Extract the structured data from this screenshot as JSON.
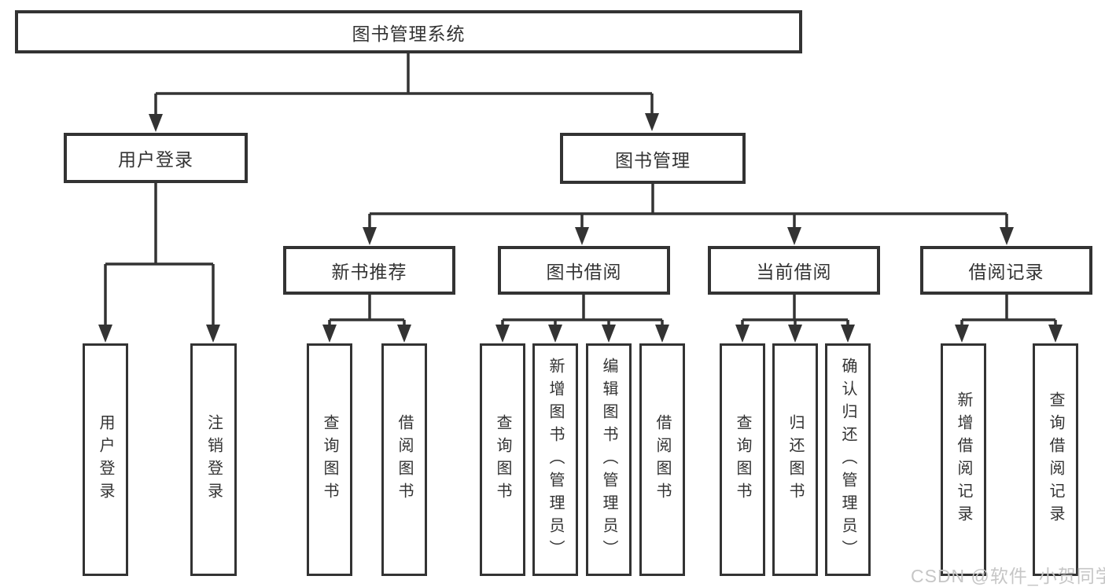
{
  "diagram": {
    "root": {
      "label": "图书管理系统"
    },
    "level2": [
      {
        "label": "用户登录"
      },
      {
        "label": "图书管理"
      }
    ],
    "level3": [
      {
        "label": "新书推荐"
      },
      {
        "label": "图书借阅"
      },
      {
        "label": "当前借阅"
      },
      {
        "label": "借阅记录"
      }
    ],
    "leaves": [
      {
        "label": "用户登录"
      },
      {
        "label": "注销登录"
      },
      {
        "label": "查询图书"
      },
      {
        "label": "借阅图书"
      },
      {
        "label": "查询图书"
      },
      {
        "label": "新增图书（管理员）"
      },
      {
        "label": "编辑图书（管理员）"
      },
      {
        "label": "借阅图书"
      },
      {
        "label": "查询图书"
      },
      {
        "label": "归还图书"
      },
      {
        "label": "确认归还（管理员）"
      },
      {
        "label": "新增借阅记录"
      },
      {
        "label": "查询借阅记录"
      }
    ]
  },
  "watermark": {
    "text": "CSDN @软件_小贺同学",
    "color": "#c6c6c6"
  },
  "colors": {
    "line": "#333333",
    "text": "#333333",
    "background": "#ffffff"
  }
}
